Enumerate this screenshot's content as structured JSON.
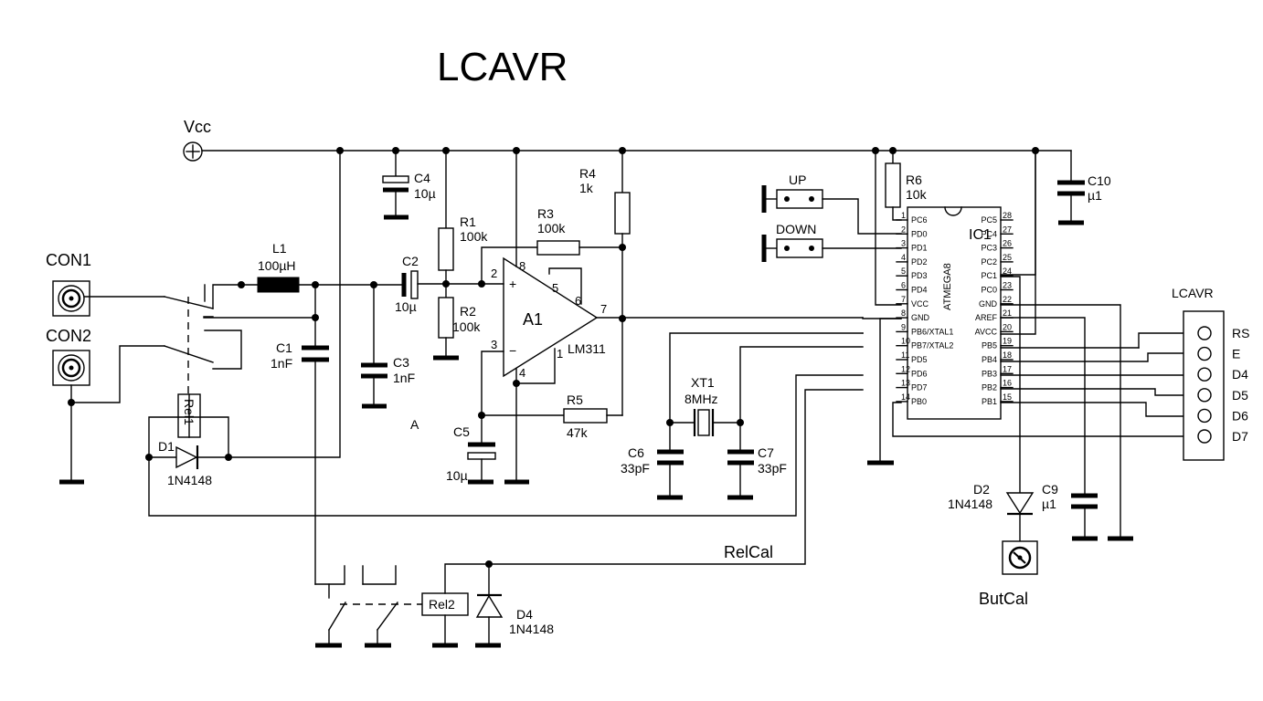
{
  "title": "LCAVR",
  "vcc": "Vcc",
  "con1": "CON1",
  "con2": "CON2",
  "l1": {
    "ref": "L1",
    "value": "100µH"
  },
  "c1": {
    "ref": "C1",
    "value": "1nF"
  },
  "c2": {
    "ref": "C2",
    "value": "10µ"
  },
  "c3": {
    "ref": "C3",
    "value": "1nF"
  },
  "c4": {
    "ref": "C4",
    "value": "10µ"
  },
  "c5": {
    "ref": "C5",
    "value": "10µ"
  },
  "c6": {
    "ref": "C6",
    "value": "33pF"
  },
  "c7": {
    "ref": "C7",
    "value": "33pF"
  },
  "c9": {
    "ref": "C9",
    "value": "µ1"
  },
  "c10": {
    "ref": "C10",
    "value": "µ1"
  },
  "r1": {
    "ref": "R1",
    "value": "100k"
  },
  "r2": {
    "ref": "R2",
    "value": "100k"
  },
  "r3": {
    "ref": "R3",
    "value": "100k"
  },
  "r4": {
    "ref": "R4",
    "value": "1k"
  },
  "r5": {
    "ref": "R5",
    "value": "47k"
  },
  "r6": {
    "ref": "R6",
    "value": "10k"
  },
  "d1": {
    "ref": "D1",
    "value": "1N4148"
  },
  "d2": {
    "ref": "D2",
    "value": "1N4148"
  },
  "d4": {
    "ref": "D4",
    "value": "1N4148"
  },
  "rel1": "Rel1",
  "rel2": "Rel2",
  "xt1": {
    "ref": "XT1",
    "value": "8MHz"
  },
  "a1": {
    "ref": "A1",
    "part": "LM311",
    "pins": [
      "2",
      "8",
      "5",
      "6",
      "7",
      "3",
      "4",
      "1"
    ]
  },
  "node_a": "A",
  "relcal": "RelCal",
  "butcal": "ButCal",
  "up": "UP",
  "down": "DOWN",
  "ic1": {
    "ref": "IC1",
    "part": "ATMEGA8",
    "left_pins": [
      {
        "num": "1",
        "name": "PC6"
      },
      {
        "num": "2",
        "name": "PD0"
      },
      {
        "num": "3",
        "name": "PD1"
      },
      {
        "num": "4",
        "name": "PD2"
      },
      {
        "num": "5",
        "name": "PD3"
      },
      {
        "num": "6",
        "name": "PD4"
      },
      {
        "num": "7",
        "name": "VCC"
      },
      {
        "num": "8",
        "name": "GND"
      },
      {
        "num": "9",
        "name": "PB6/XTAL1"
      },
      {
        "num": "10",
        "name": "PB7/XTAL2"
      },
      {
        "num": "11",
        "name": "PD5"
      },
      {
        "num": "12",
        "name": "PD6"
      },
      {
        "num": "13",
        "name": "PD7"
      },
      {
        "num": "14",
        "name": "PB0"
      }
    ],
    "right_pins": [
      {
        "num": "28",
        "name": "PC5"
      },
      {
        "num": "27",
        "name": "PC4"
      },
      {
        "num": "26",
        "name": "PC3"
      },
      {
        "num": "25",
        "name": "PC2"
      },
      {
        "num": "24",
        "name": "PC1"
      },
      {
        "num": "23",
        "name": "PC0"
      },
      {
        "num": "22",
        "name": "GND"
      },
      {
        "num": "21",
        "name": "AREF"
      },
      {
        "num": "20",
        "name": "AVCC"
      },
      {
        "num": "19",
        "name": "PB5"
      },
      {
        "num": "18",
        "name": "PB4"
      },
      {
        "num": "17",
        "name": "PB3"
      },
      {
        "num": "16",
        "name": "PB2"
      },
      {
        "num": "15",
        "name": "PB1"
      }
    ]
  },
  "lcd": {
    "title": "LCAVR",
    "pins": [
      "RS",
      "E",
      "D4",
      "D5",
      "D6",
      "D7"
    ]
  }
}
